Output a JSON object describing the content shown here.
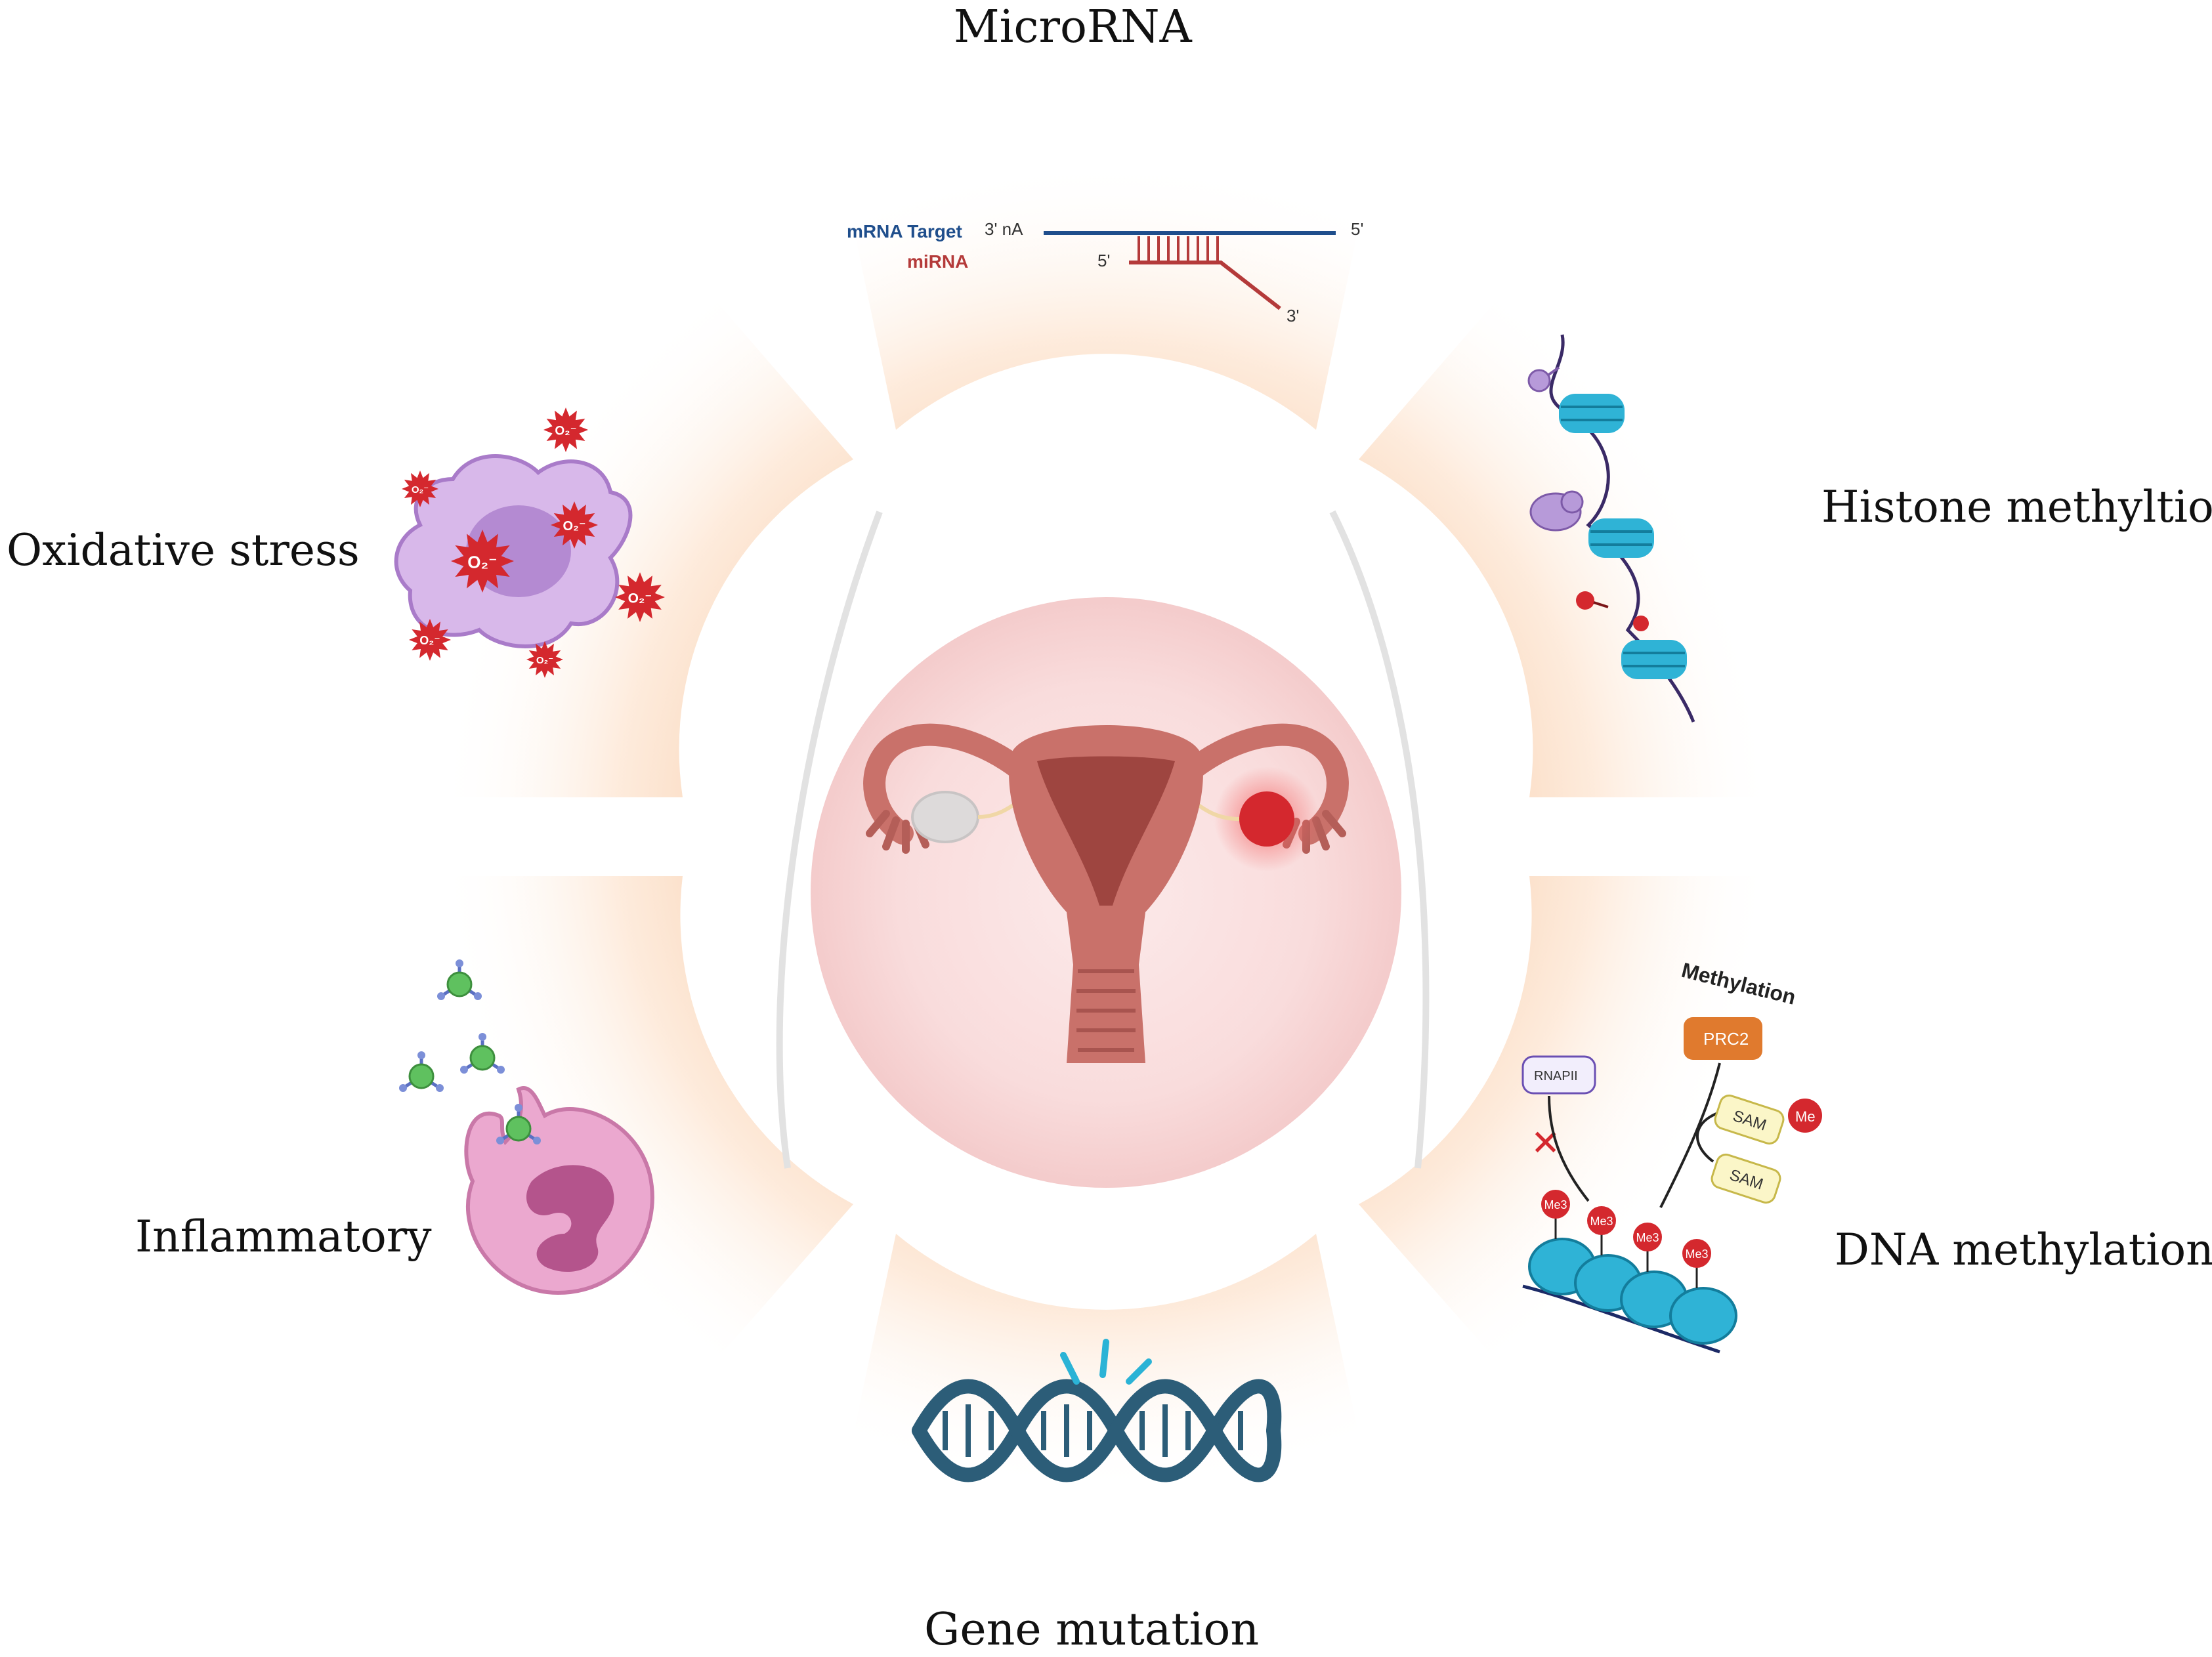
{
  "labels": {
    "microrna": "MicroRNA",
    "oxidative_stress": "Oxidative stress",
    "histone": "Histone methyltion",
    "inflammatory": "Inflammatory",
    "dna_methylation": "DNA methylation",
    "gene_mutation": "Gene mutation"
  },
  "mirna_panel": {
    "mrna_target": "mRNA Target",
    "three_prime_na": "3' nA",
    "five_prime_top": "5'",
    "mirna": "miRNA",
    "five_prime_mirna": "5'",
    "three_prime_mirna": "3'"
  },
  "ros_label": "O₂⁻",
  "dna_methylation_panel": {
    "title": "Methylation",
    "prc2": "PRC2",
    "rnapii": "RNAPII",
    "sam": "SAM",
    "me": "Me",
    "me3": "Me3"
  },
  "colors": {
    "segment": "#fbd9bd",
    "uterus": "#c9716a",
    "center_glow": "#f6cccc",
    "ros": "#d4282e",
    "mrna": "#1f4e8c",
    "mirna": "#b43a3a",
    "nucleosome": "#2fb3d6",
    "dna_helix": "#2c5d78"
  }
}
